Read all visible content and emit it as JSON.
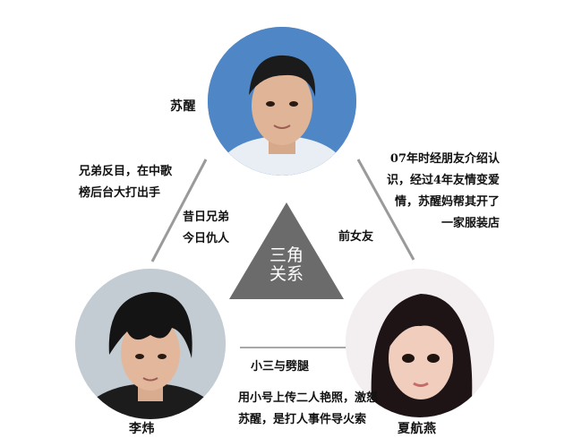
{
  "people": {
    "top_name": "苏醒",
    "left_name": "李炜",
    "right_name": "夏航燕"
  },
  "center": {
    "line1": "三角",
    "line2": "关系"
  },
  "relations": {
    "left_outer": [
      "兄弟反目，在中歌",
      "榜后台大打出手"
    ],
    "left_inner": [
      "昔日兄弟",
      "今日仇人"
    ],
    "right_inner": "前女友",
    "right_outer": [
      "07年时经朋友介绍认",
      "识，经过4年友情变爱",
      "情，苏醒妈帮其开了",
      "一家服装店"
    ],
    "bottom_title": "小三与劈腿",
    "bottom_desc": [
      "用小号上传二人艳照，激怒",
      "苏醒，是打人事件导火索"
    ]
  },
  "colors": {
    "triangle": "#6b6b6b",
    "lines": "#9a9a9a"
  }
}
